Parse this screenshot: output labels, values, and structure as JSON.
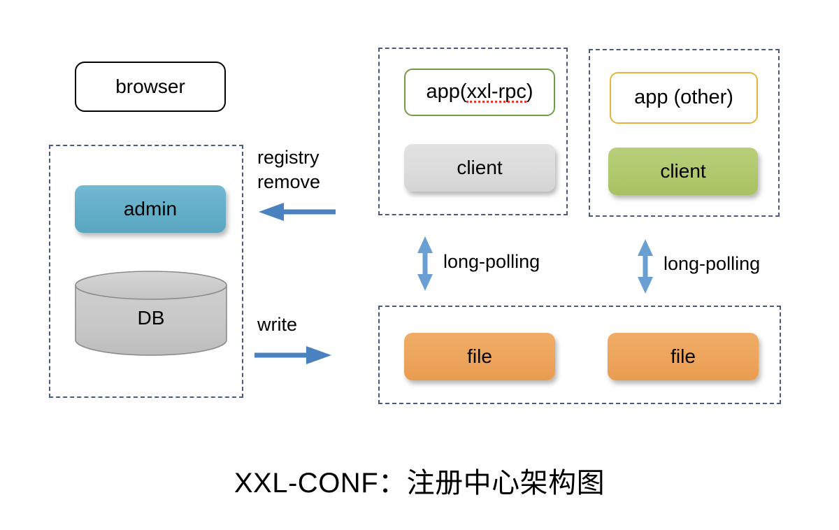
{
  "diagram": {
    "caption": "XXL-CONF：注册中心架构图",
    "colors": {
      "dashed_border": "#4a5a82",
      "admin": "#63aec7",
      "client_gray": "#dcdcdc",
      "client_green": "#b0c96c",
      "file": "#eda45c",
      "db_cylinder": "#c8c8c8",
      "app_xxlrpc_border": "#6f9e45",
      "app_other_border": "#e8b33c",
      "arrow_blue": "#4a81bf",
      "underline_red": "#e03b2f",
      "browser_border": "#000000"
    },
    "nodes": {
      "browser": "browser",
      "admin": "admin",
      "db": "DB",
      "app_xxlrpc_prefix": "app(",
      "app_xxlrpc_underlined": "xxl-rpc",
      "app_xxlrpc_suffix": ")",
      "app_other": "app (other)",
      "client_left": "client",
      "client_right": "client",
      "file_left": "file",
      "file_right": "file"
    },
    "arrows": {
      "registry_remove": "registry\nremove",
      "write": "write",
      "long_polling_left": "long-polling",
      "long_polling_right": "long-polling"
    }
  }
}
